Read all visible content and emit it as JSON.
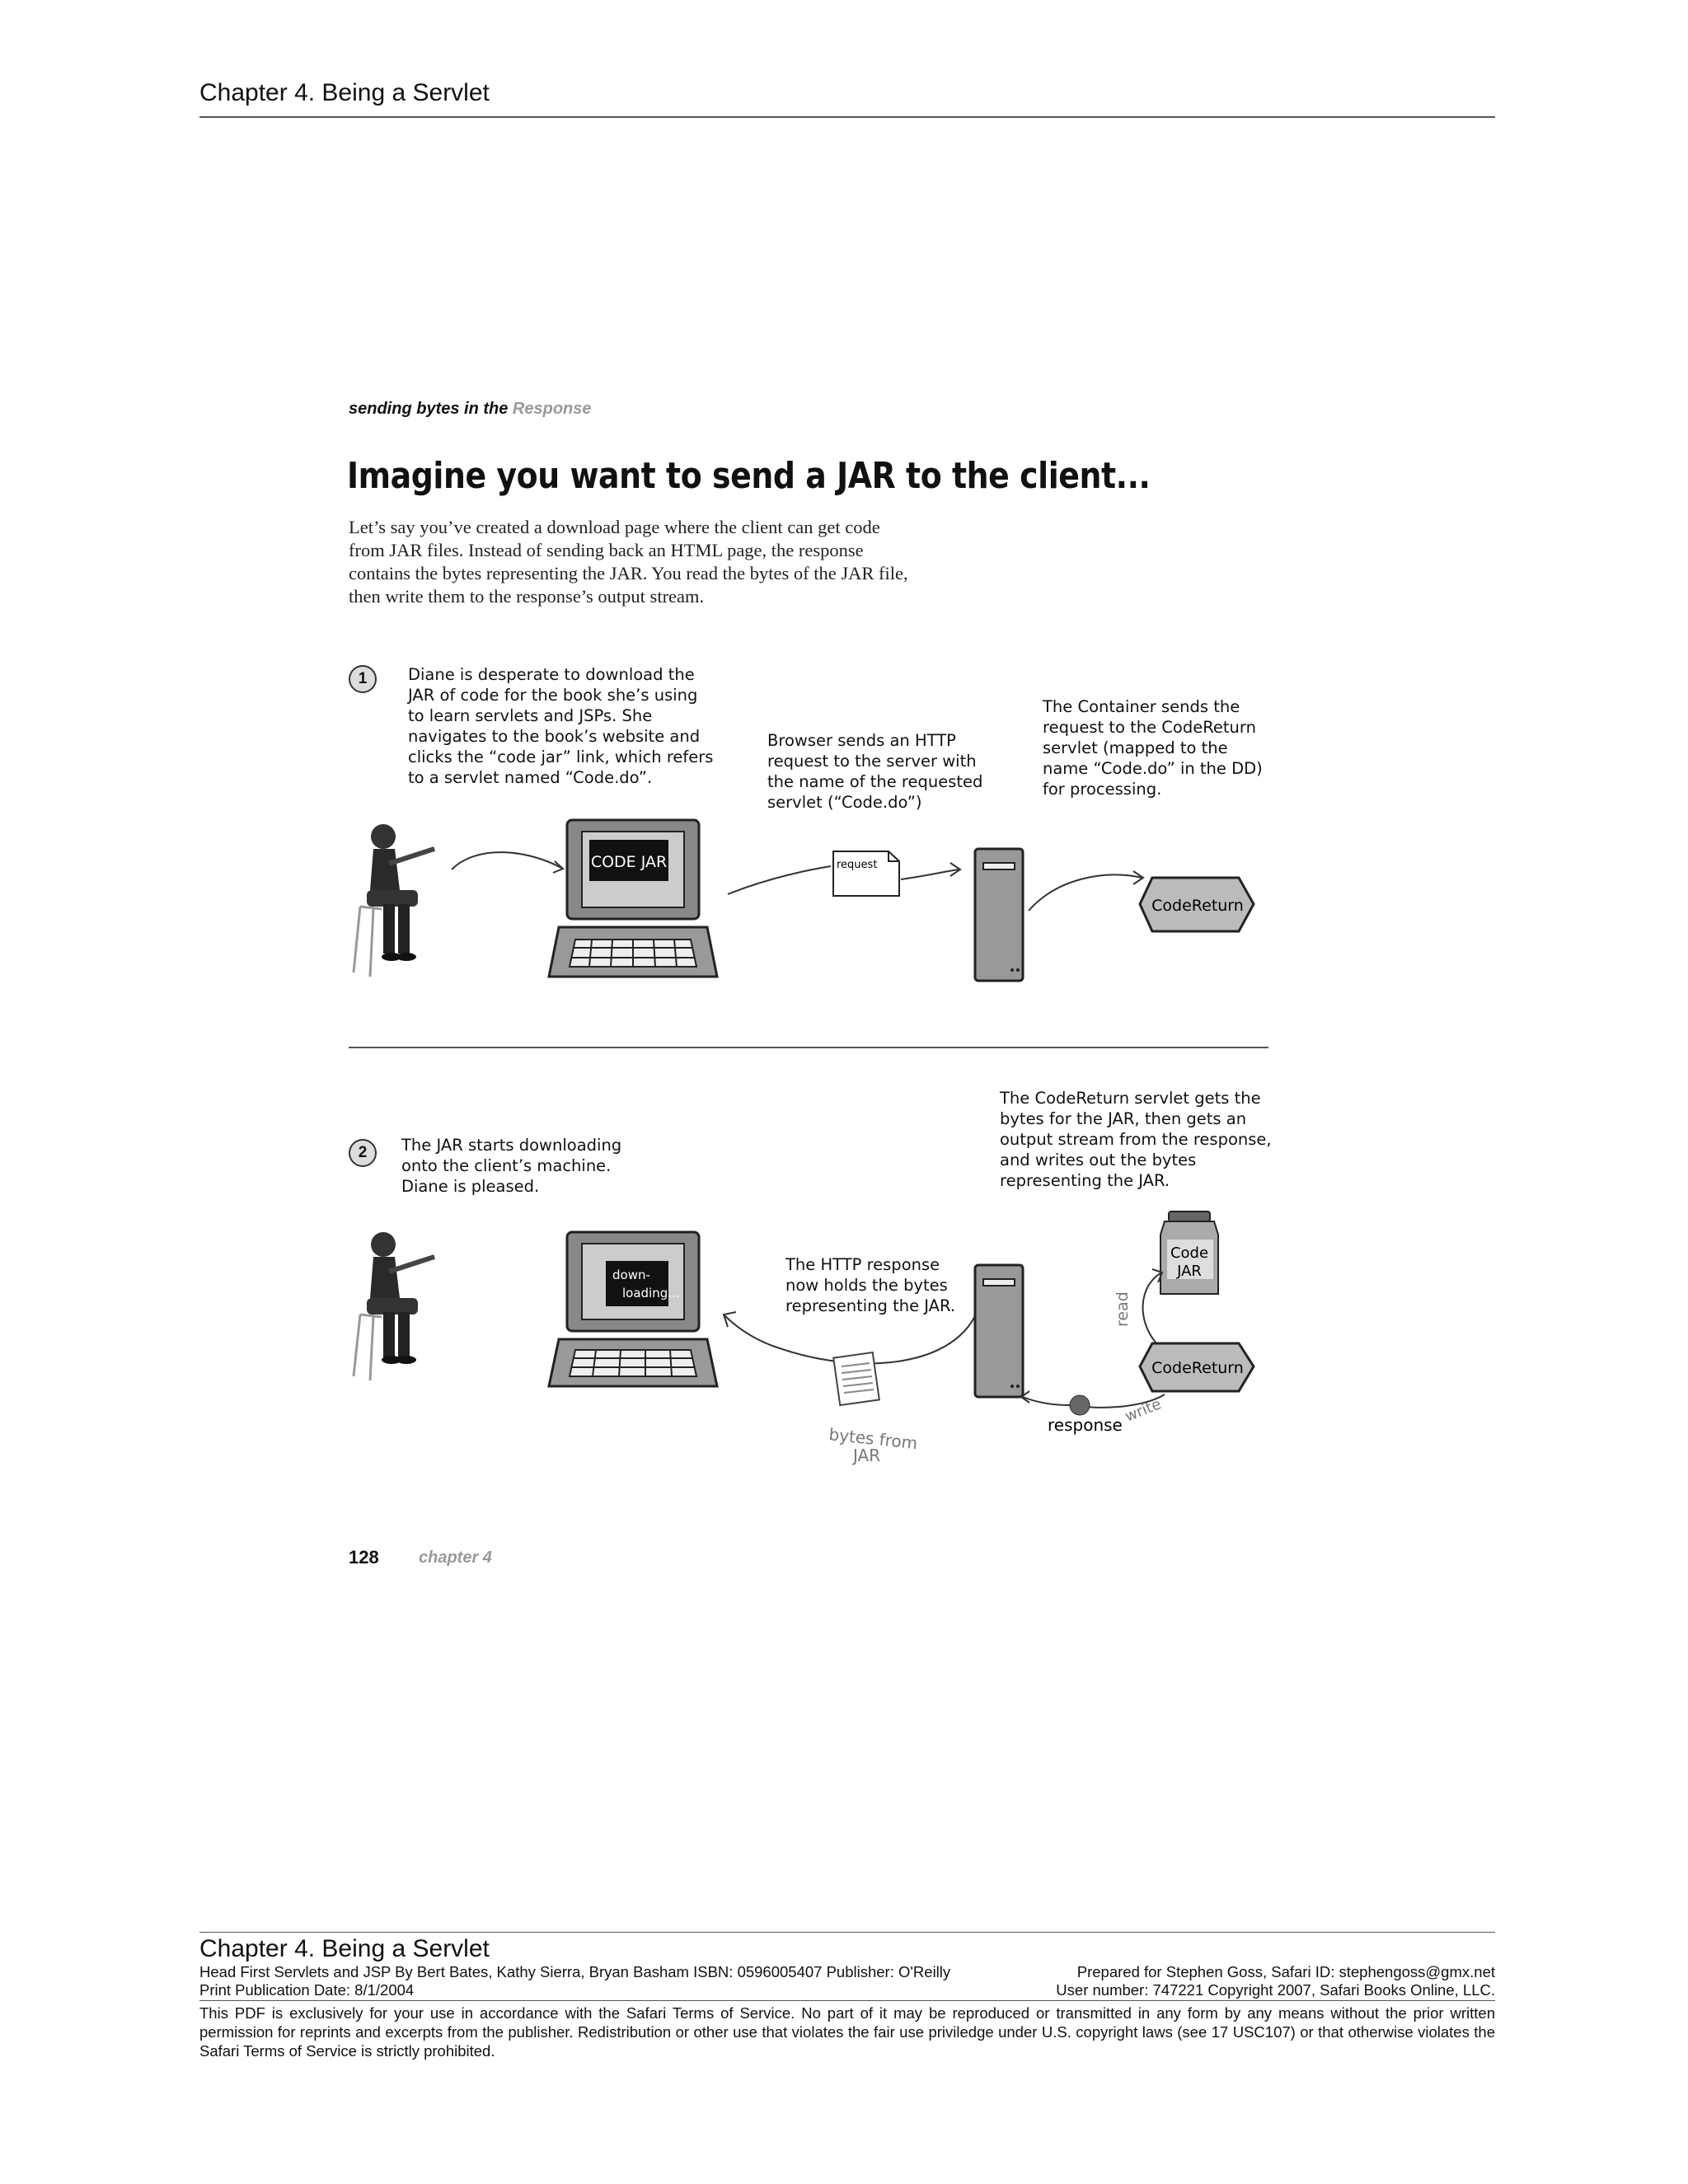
{
  "header": {
    "chapter_title": "Chapter 4. Being a Servlet"
  },
  "section": {
    "tag_prefix": "sending bytes in the",
    "tag_highlight": "Response",
    "headline": "Imagine you want to send a JAR to the client...",
    "intro": [
      "Let’s say you’ve created a download page where the client can get code",
      "from JAR files. Instead of sending back an HTML page, the response",
      "contains the bytes representing the JAR. You read the bytes of the JAR file,",
      "then write them to the response’s output stream."
    ]
  },
  "step1": {
    "number": "1",
    "text": [
      "Diane is desperate to download the",
      "JAR of code for the book she’s using",
      "to learn servlets and JSPs. She",
      "navigates to the book’s website and",
      "clicks the “code jar” link, which refers",
      "to a servlet named “Code.do”."
    ],
    "browser_note": [
      "Browser sends an HTTP",
      "request to the server with",
      "the name of the requested",
      "servlet (“Code.do”)"
    ],
    "container_note": [
      "The Container sends the",
      "request to the CodeReturn",
      "servlet (mapped to the",
      "name “Code.do” in the DD)",
      "for processing."
    ],
    "screen_label": "CODE JAR",
    "request_label": "request",
    "servlet_label": "CodeReturn"
  },
  "step2": {
    "number": "2",
    "text": [
      "The JAR starts downloading",
      "onto the client’s machine.",
      "Diane is pleased."
    ],
    "servlet_note": [
      "The CodeReturn servlet gets the",
      "bytes for the JAR, then gets an",
      "output stream from the response,",
      "and writes out the bytes",
      "representing the JAR."
    ],
    "response_note": [
      "The HTTP response",
      "now holds the bytes",
      "representing the JAR."
    ],
    "screen_label_1": "down-",
    "screen_label_2": "loading...",
    "jar_label_1": "Code",
    "jar_label_2": "JAR",
    "read_label": "read",
    "write_label": "write",
    "response_label": "response",
    "bytes_label_1": "bytes from",
    "bytes_label_2": "JAR",
    "servlet_label": "CodeReturn"
  },
  "page_footer": {
    "page_number": "128",
    "chapter_label": "chapter 4"
  },
  "footer": {
    "chapter_title": "Chapter 4. Being a Servlet",
    "book_line": "Head First Servlets and JSP By Bert Bates, Kathy Sierra, Bryan Basham ISBN: 0596005407 Publisher: O'Reilly",
    "prepared_for": "Prepared for Stephen Goss, Safari ID: stephengoss@gmx.net",
    "pub_date": "Print Publication Date: 8/1/2004",
    "user_number": "User number: 747221 Copyright 2007, Safari Books Online, LLC.",
    "legal": "This PDF is exclusively for your use in accordance with the Safari Terms of Service. No part of it may be reproduced or transmitted in any form by any means without the prior written permission for reprints and excerpts from the publisher. Redistribution or other use that violates the fair use priviledge under U.S. copyright laws (see 17 USC107) or that otherwise violates the Safari Terms of Service is strictly prohibited."
  }
}
